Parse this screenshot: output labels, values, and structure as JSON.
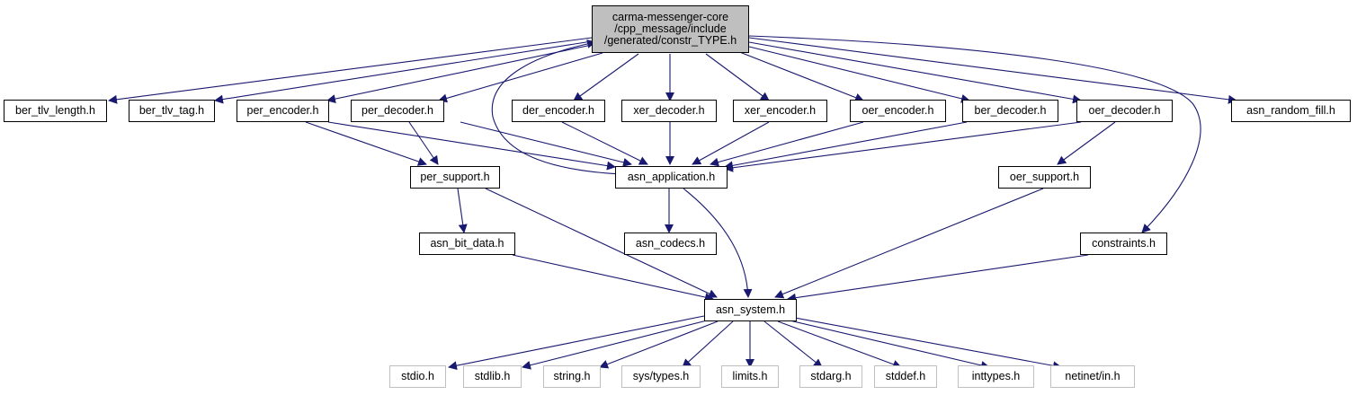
{
  "colors": {
    "edge": "#191970",
    "root_fill": "#bfbfbf",
    "external_border": "#bfbfbf",
    "node_border": "#000000"
  },
  "graph": {
    "root": {
      "lines": [
        "carma-messenger-core",
        "/cpp_message/include",
        "/generated/constr_TYPE.h"
      ]
    },
    "nodes": {
      "ber_tlv_length": "ber_tlv_length.h",
      "ber_tlv_tag": "ber_tlv_tag.h",
      "per_encoder": "per_encoder.h",
      "per_decoder": "per_decoder.h",
      "der_encoder": "der_encoder.h",
      "xer_decoder": "xer_decoder.h",
      "xer_encoder": "xer_encoder.h",
      "oer_encoder": "oer_encoder.h",
      "ber_decoder": "ber_decoder.h",
      "oer_decoder": "oer_decoder.h",
      "asn_random_fill": "asn_random_fill.h",
      "per_support": "per_support.h",
      "asn_application": "asn_application.h",
      "oer_support": "oer_support.h",
      "asn_bit_data": "asn_bit_data.h",
      "asn_codecs": "asn_codecs.h",
      "constraints": "constraints.h",
      "asn_system": "asn_system.h",
      "stdio": "stdio.h",
      "stdlib": "stdlib.h",
      "string": "string.h",
      "sys_types": "sys/types.h",
      "limits": "limits.h",
      "stdarg": "stdarg.h",
      "stddef": "stddef.h",
      "inttypes": "inttypes.h",
      "netinet_in": "netinet/in.h"
    }
  }
}
